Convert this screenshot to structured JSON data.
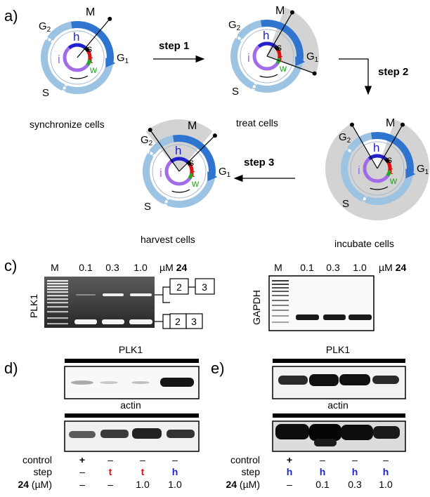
{
  "panels": {
    "a": "a)",
    "c": "c)",
    "d": "d)",
    "e": "e)"
  },
  "cycle": {
    "phases": {
      "M": "M",
      "G2": "G",
      "G1": "G",
      "sub2": "2",
      "sub1": "1",
      "S": "S"
    },
    "inner": {
      "h": "h",
      "i": "i",
      "s": "s",
      "t": "t",
      "w": "w"
    },
    "colors": {
      "outer": "#9dc3e2",
      "M_arc": "#2f74cf",
      "ring": "#a26be8",
      "h": "#2222cc",
      "t": "#dd1111",
      "w": "#22aa22",
      "shade": "#d3d3d3"
    },
    "captions": [
      "synchronize cells",
      "treat cells",
      "incubate cells",
      "harvest cells"
    ]
  },
  "steps": {
    "step1": "step 1",
    "step2": "step 2",
    "step3": "step 3"
  },
  "gel_left": {
    "ylabel": "PLK1",
    "lanes": [
      "M",
      "0.1",
      "0.3",
      "1.0"
    ],
    "unit": "µM",
    "compound": "24",
    "exons_top": [
      "2",
      "3"
    ],
    "exons_bottom": [
      "2",
      "3"
    ]
  },
  "gel_right": {
    "ylabel": "GAPDH",
    "lanes": [
      "M",
      "0.1",
      "0.3",
      "1.0"
    ],
    "unit": "µM",
    "compound": "24"
  },
  "blot_d": {
    "top_title": "PLK1",
    "bottom_title": "actin"
  },
  "blot_e": {
    "top_title": "PLK1",
    "bottom_title": "actin"
  },
  "table": {
    "row_labels": {
      "control": "control",
      "step": "step",
      "conc_compound": "24",
      "conc_unit": " (µM)"
    },
    "d": {
      "control": [
        "+",
        "–",
        "–",
        "–"
      ],
      "step": [
        "–",
        "t",
        "t",
        "h"
      ],
      "conc": [
        "–",
        "–",
        "1.0",
        "1.0"
      ]
    },
    "e": {
      "control": [
        "+",
        "–",
        "–",
        "–"
      ],
      "step": [
        "h",
        "h",
        "h",
        "h"
      ],
      "conc": [
        "–",
        "0.1",
        "0.3",
        "1.0"
      ]
    }
  }
}
